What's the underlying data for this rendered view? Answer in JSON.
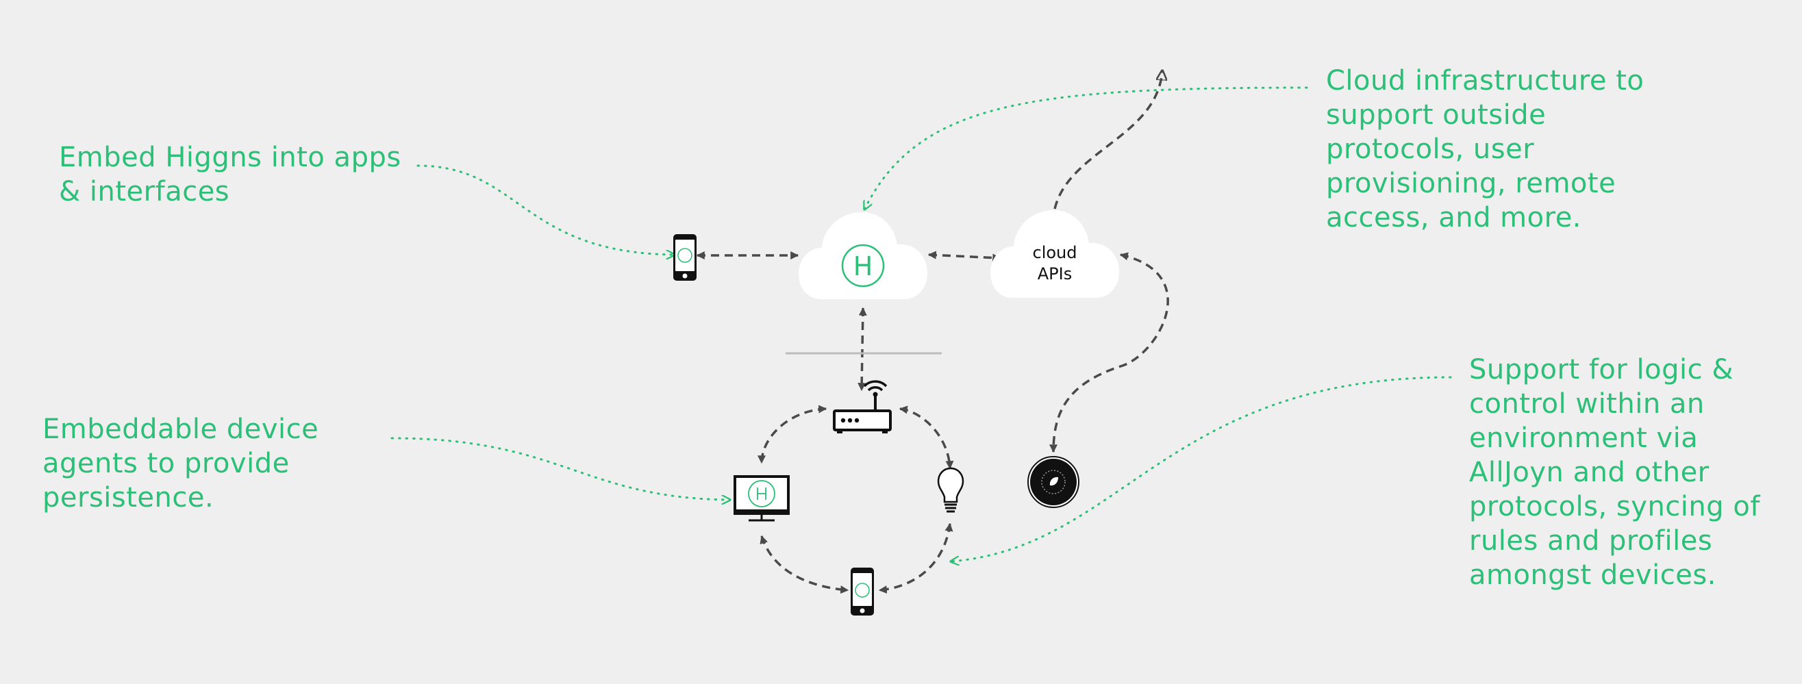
{
  "captions": {
    "embed_apps": [
      "Embed Higgns into apps",
      "& interfaces"
    ],
    "device_agents": [
      "Embeddable device",
      "agents to provide",
      "persistence."
    ],
    "cloud_infra": [
      "Cloud infrastructure to",
      "support outside",
      "protocols, user",
      "provisioning, remote",
      "access, and more."
    ],
    "local_logic": [
      "Support for logic &",
      "control within an",
      "environment via",
      "AllJoyn and other",
      "protocols, syncing of",
      "rules and profiles",
      "amongst devices."
    ]
  },
  "nodes": {
    "higgns_cloud_logo": "H",
    "cloud_apis": [
      "cloud",
      "APIs"
    ]
  },
  "colors": {
    "accent": "#2bbf77",
    "arrow": "#4a4a4a",
    "background": "#efefef",
    "device": "#111111",
    "cloud": "#ffffff",
    "divider": "#bdbdbd"
  },
  "icons": [
    "smartphone-icon",
    "router-icon",
    "monitor-icon",
    "lightbulb-icon",
    "thermostat-icon"
  ]
}
